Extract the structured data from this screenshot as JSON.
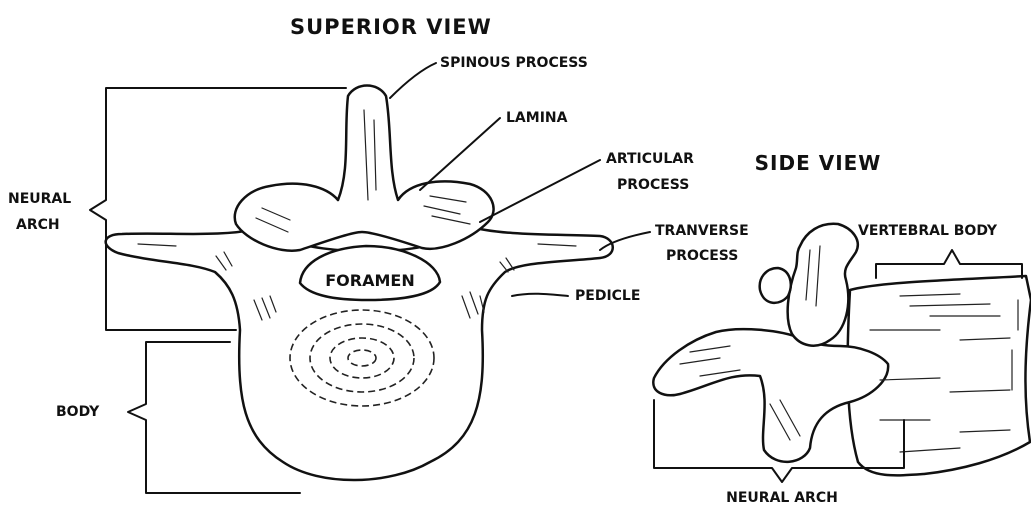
{
  "superior_view": {
    "title": "SUPERIOR VIEW",
    "labels": {
      "spinous_process": "SPINOUS PROCESS",
      "lamina": "LAMINA",
      "articular_process_1": "ARTICULAR",
      "articular_process_2": "PROCESS",
      "transverse_process_1": "TRANVERSE",
      "transverse_process_2": "PROCESS",
      "pedicle": "PEDICLE",
      "foramen": "FORAMEN",
      "neural_arch_1": "NEURAL",
      "neural_arch_2": "ARCH",
      "body": "BODY"
    }
  },
  "side_view": {
    "title": "SIDE VIEW",
    "labels": {
      "vertebral_body": "VERTEBRAL BODY",
      "neural_arch": "NEURAL ARCH"
    }
  }
}
